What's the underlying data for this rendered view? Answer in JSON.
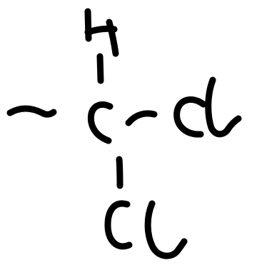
{
  "structure": {
    "atoms": {
      "top": "H",
      "center": "C",
      "right": "Cl",
      "bottom": "Cl"
    },
    "bonds": {
      "left": "-",
      "top": "|",
      "right": "-",
      "bottom": "|"
    }
  },
  "colors": {
    "ink": "#000000",
    "background": "#ffffff"
  }
}
